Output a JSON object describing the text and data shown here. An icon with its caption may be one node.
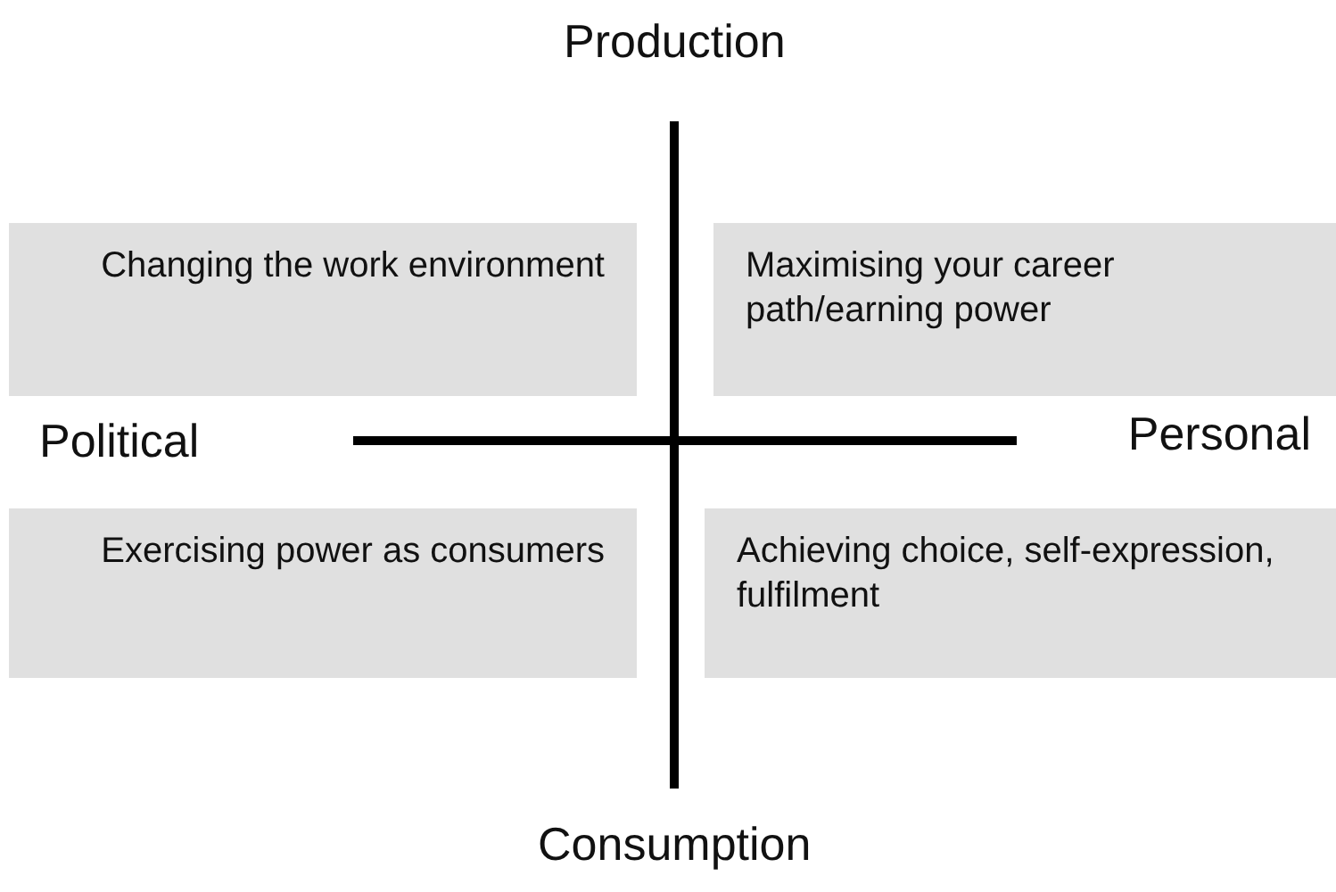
{
  "diagram": {
    "nodes": [
      {
        "text": [
          "Changing the work environment"
        ]
      },
      {
        "text": [
          "Maximising your career path/earning power"
        ]
      },
      {
        "text": [
          "Exercising power as consumers"
        ]
      },
      {
        "text": [
          "Achieving choice, self-expression, fulfilment"
        ]
      }
    ],
    "labels": [
      "Production",
      "Political",
      "Personal",
      "Consumption"
    ]
  }
}
